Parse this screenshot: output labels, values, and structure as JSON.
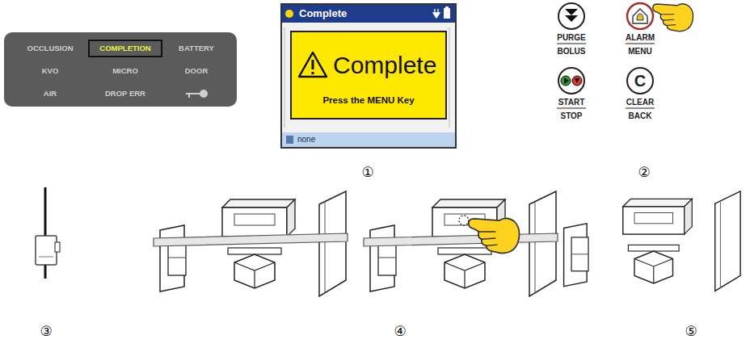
{
  "diagram": {
    "nodes": [
      {
        "text": [
          "OCCLUSION",
          "BATTERY",
          "KVO",
          "MICRO",
          "DOOR",
          "AIR",
          "DROP ERR"
        ]
      },
      {
        "text": [
          "COMPLETION"
        ],
        "in": 0
      },
      {
        "text": [
          "Complete",
          "none"
        ]
      },
      {
        "text": [
          "Complete",
          "Press the MENU Key"
        ],
        "in": 2
      },
      {
        "text": [
          "PURGE",
          "BOLUS"
        ]
      },
      {
        "text": [
          "ALARM",
          "MENU"
        ]
      },
      {
        "text": [
          "START",
          "STOP"
        ]
      },
      {
        "text": [
          "C",
          "CLEAR",
          "BACK"
        ]
      }
    ],
    "labels": [
      "①",
      "②",
      "③",
      "④",
      "⑤"
    ]
  }
}
